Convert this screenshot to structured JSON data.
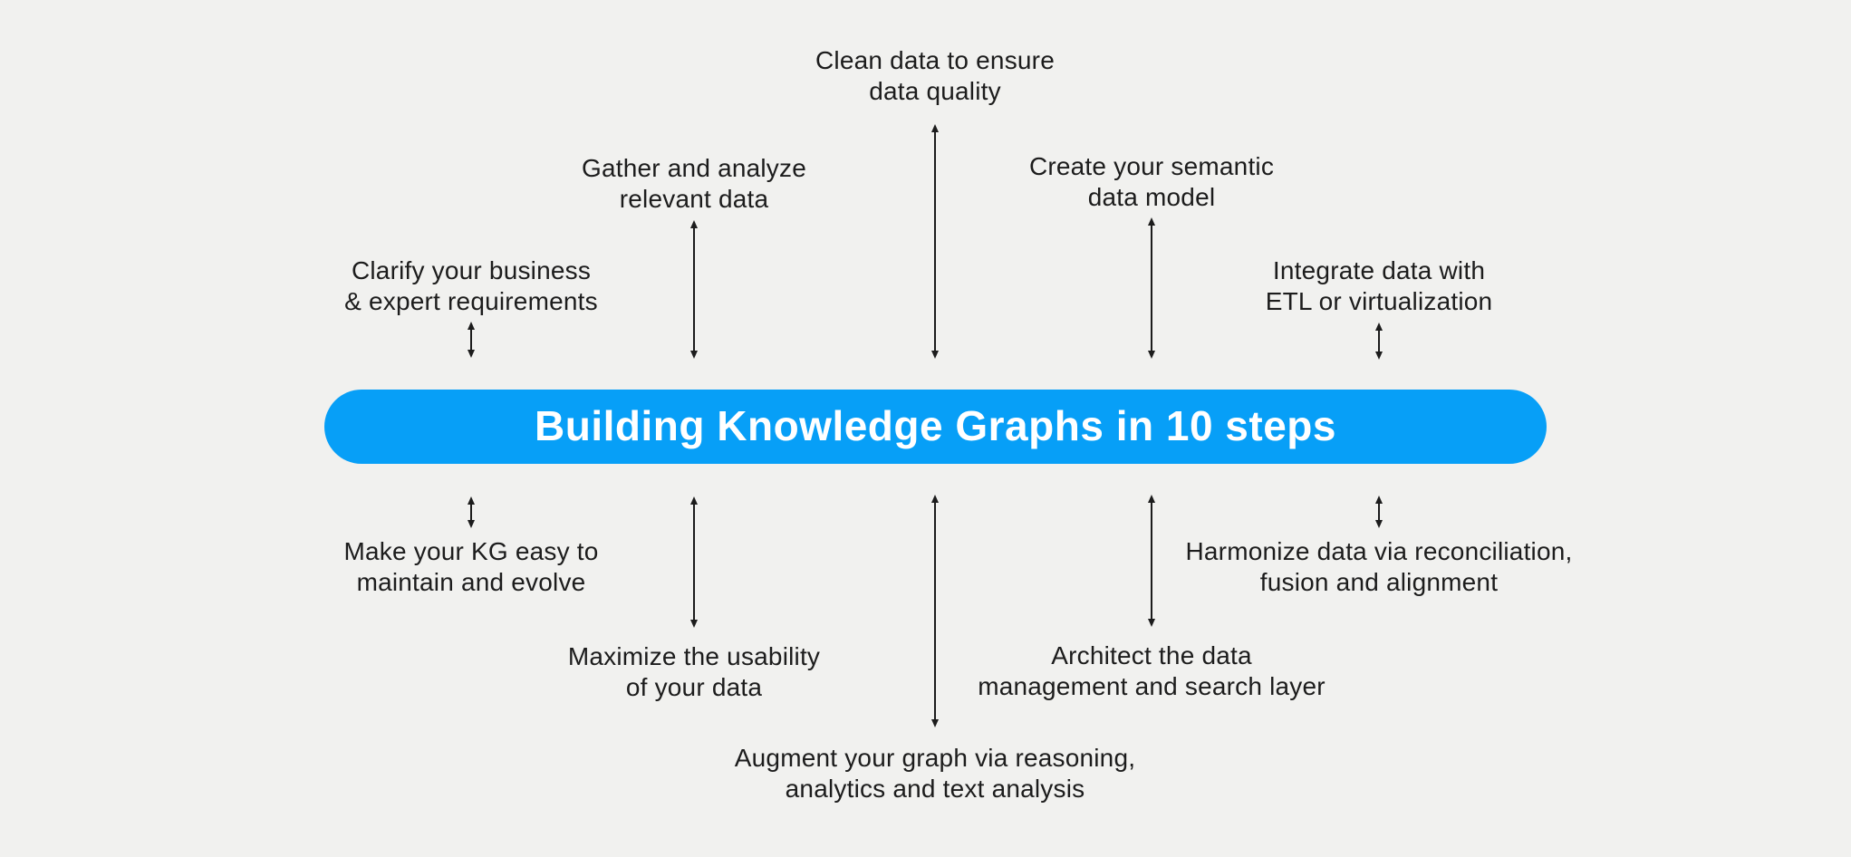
{
  "title": "Building Knowledge Graphs in 10 steps",
  "colors": {
    "background": "#F1F1EF",
    "banner": "#079FF7",
    "banner_text": "#FFFFFF",
    "text": "#1C1C1C",
    "arrow": "#1C1C1C"
  },
  "steps": [
    {
      "position": "top",
      "label": "Clarify your business\n& expert requirements"
    },
    {
      "position": "top",
      "label": "Gather and analyze\nrelevant data"
    },
    {
      "position": "top",
      "label": "Clean data to ensure\ndata quality"
    },
    {
      "position": "top",
      "label": "Create your semantic\ndata model"
    },
    {
      "position": "top",
      "label": "Integrate data with\nETL or virtualization"
    },
    {
      "position": "bottom",
      "label": "Make your KG easy to\nmaintain and evolve"
    },
    {
      "position": "bottom",
      "label": "Maximize the usability\nof your data"
    },
    {
      "position": "bottom",
      "label": "Augment your graph via reasoning,\nanalytics and text analysis"
    },
    {
      "position": "bottom",
      "label": "Architect the data\nmanagement and search layer"
    },
    {
      "position": "bottom",
      "label": "Harmonize data via reconciliation,\nfusion and alignment"
    }
  ]
}
